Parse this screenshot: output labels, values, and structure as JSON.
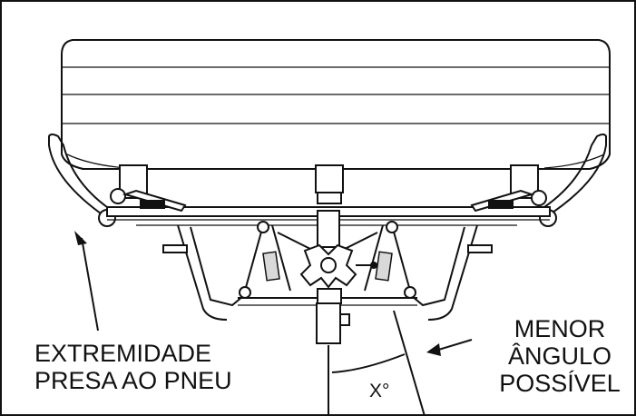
{
  "labels": {
    "left_line1": "EXTREMIDADE",
    "left_line2": "PRESA AO PNEU",
    "right_line1": "MENOR",
    "right_line2": "ÂNGULO",
    "right_line3": "POSSÍVEL",
    "angle": "X°"
  },
  "colors": {
    "line": "#111111",
    "background": "#ffffff"
  }
}
